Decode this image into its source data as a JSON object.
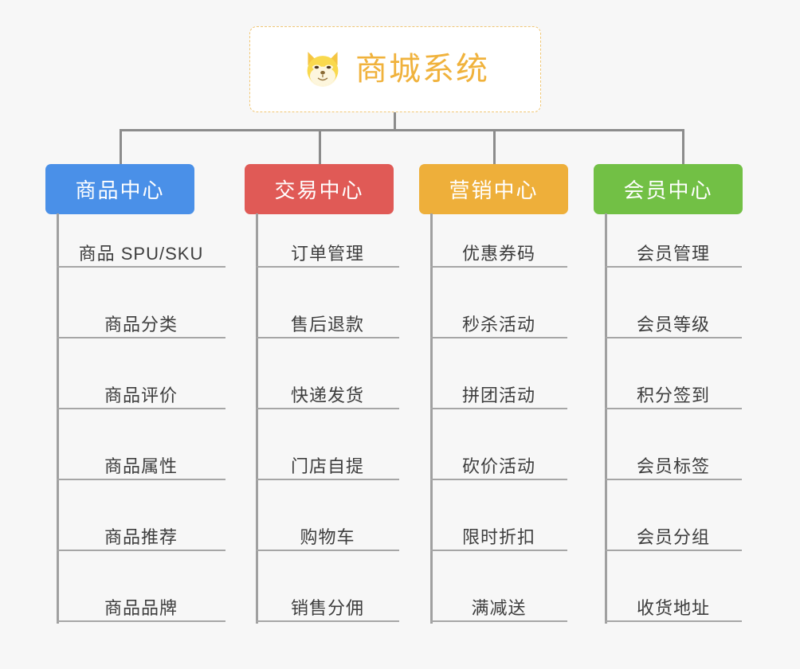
{
  "page": {
    "background_color": "#f7f7f7",
    "connector_color": "#8c8c8c",
    "leaf_rule_color": "#a6a6a6"
  },
  "root": {
    "title": "商城系统",
    "icon": "shiba-dog-face-icon",
    "border_color": "#f0c674",
    "text_color": "#f0b23c",
    "background_color": "#ffffff"
  },
  "categories": [
    {
      "label": "商品中心",
      "color": "#4a90e8",
      "items": [
        "商品 SPU/SKU",
        "商品分类",
        "商品评价",
        "商品属性",
        "商品推荐",
        "商品品牌"
      ]
    },
    {
      "label": "交易中心",
      "color": "#e05a56",
      "items": [
        "订单管理",
        "售后退款",
        "快递发货",
        "门店自提",
        "购物车",
        "销售分佣"
      ]
    },
    {
      "label": "营销中心",
      "color": "#eeaf3a",
      "items": [
        "优惠券码",
        "秒杀活动",
        "拼团活动",
        "砍价活动",
        "限时折扣",
        "满减送"
      ]
    },
    {
      "label": "会员中心",
      "color": "#72c045",
      "items": [
        "会员管理",
        "会员等级",
        "积分签到",
        "会员标签",
        "会员分组",
        "收货地址"
      ]
    }
  ]
}
